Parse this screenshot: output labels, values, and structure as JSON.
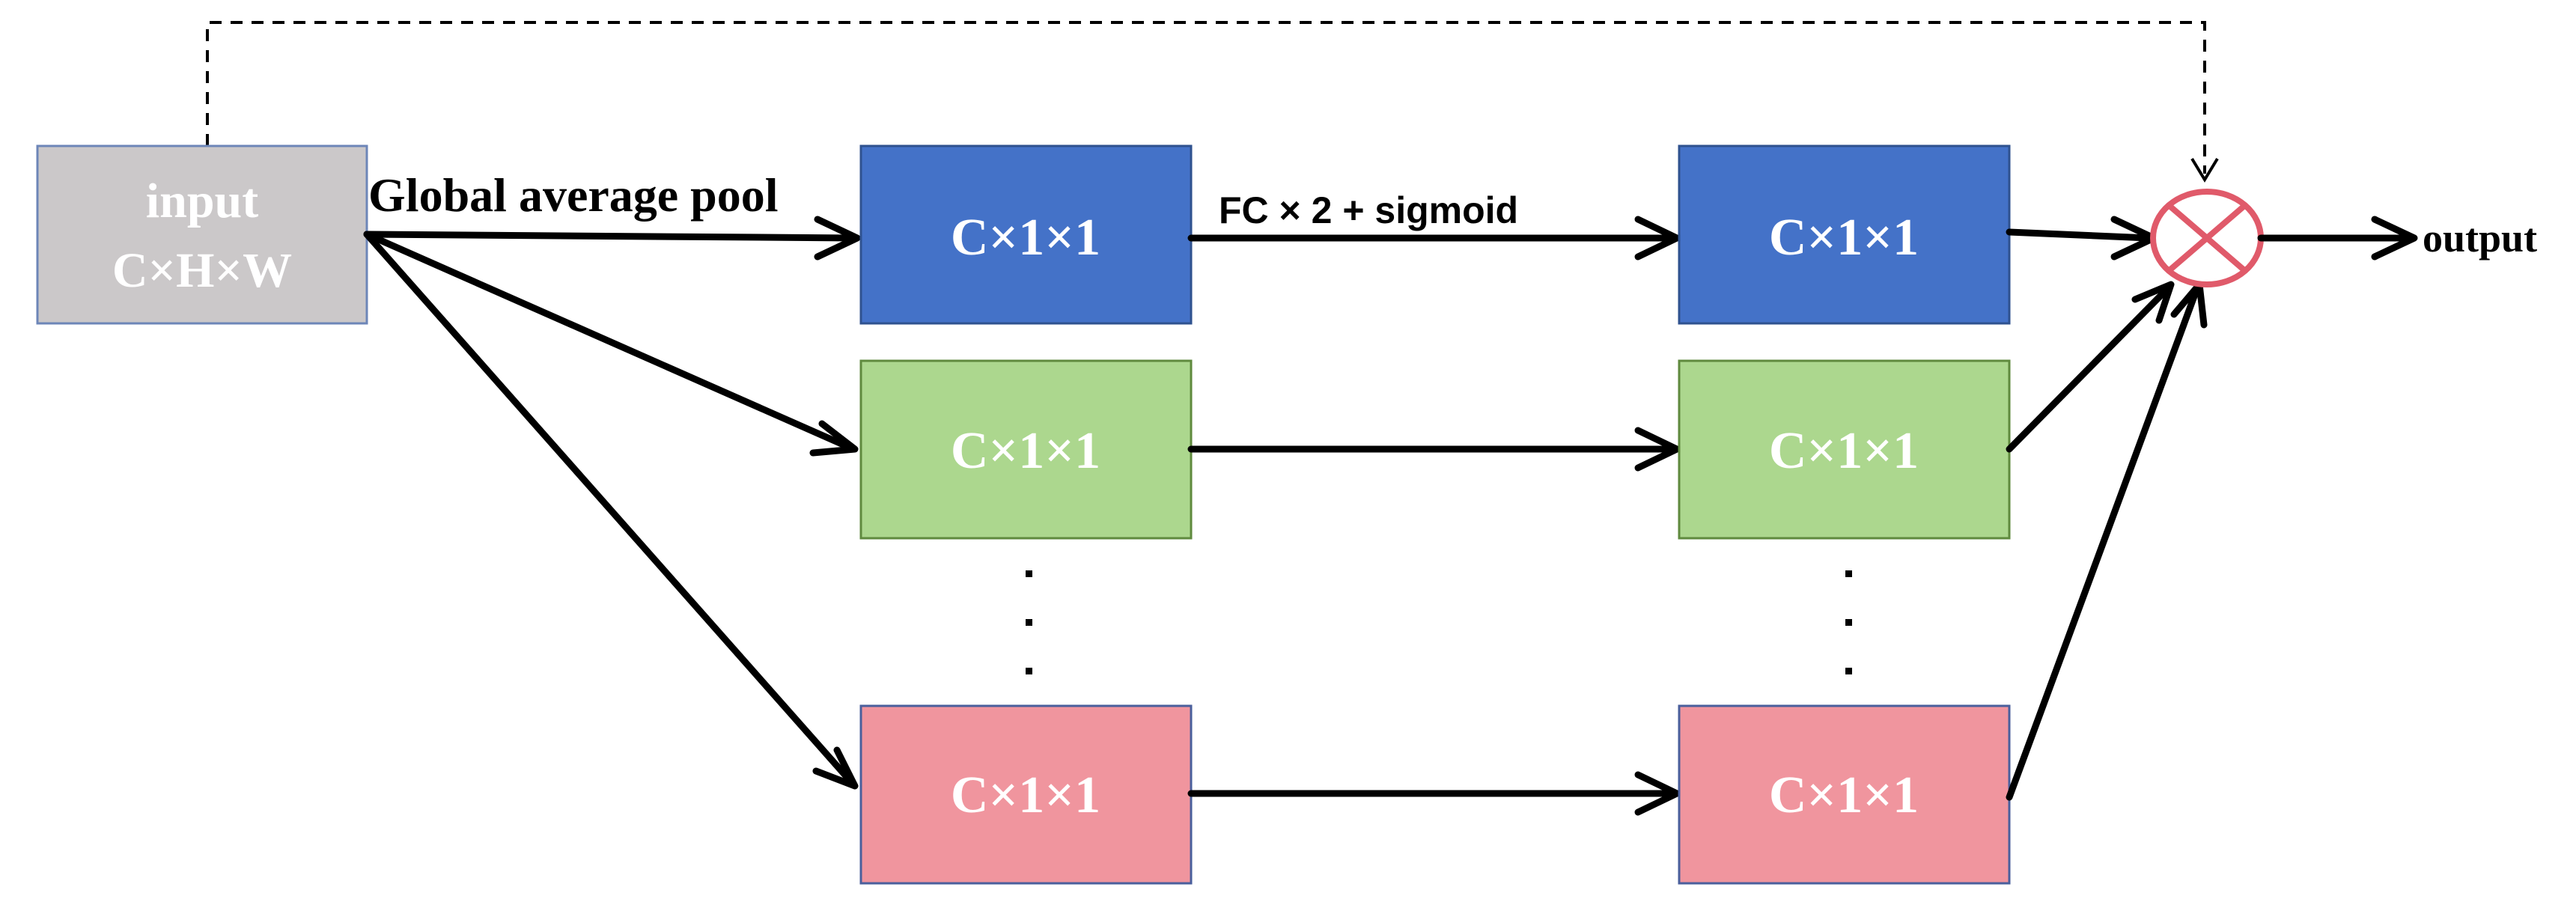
{
  "colors": {
    "input_fill": "#cbc8c9",
    "input_stroke": "#6d86b8",
    "blue_fill": "#4472c8",
    "blue_stroke": "#2f528f",
    "green_fill": "#acd78e",
    "green_stroke": "#5f8a3e",
    "pink_fill": "#f0959e",
    "pink_stroke": "#4a5f9c",
    "multiply_stroke": "#e05a6a",
    "line": "#000000"
  },
  "input_node": {
    "line1": "input",
    "line2": "C×H×W"
  },
  "labels": {
    "gap": "Global average pool",
    "fc": "FC × 2 + sigmoid",
    "output": "output"
  },
  "left_column": [
    {
      "label": "C×1×1",
      "color": "blue"
    },
    {
      "label": "C×1×1",
      "color": "green"
    },
    {
      "label": "C×1×1",
      "color": "pink"
    }
  ],
  "right_column": [
    {
      "label": "C×1×1",
      "color": "blue"
    },
    {
      "label": "C×1×1",
      "color": "green"
    },
    {
      "label": "C×1×1",
      "color": "pink"
    }
  ],
  "icons": {
    "multiply": "circled-multiply-icon",
    "ellipsis": "vertical-ellipsis-icon"
  }
}
